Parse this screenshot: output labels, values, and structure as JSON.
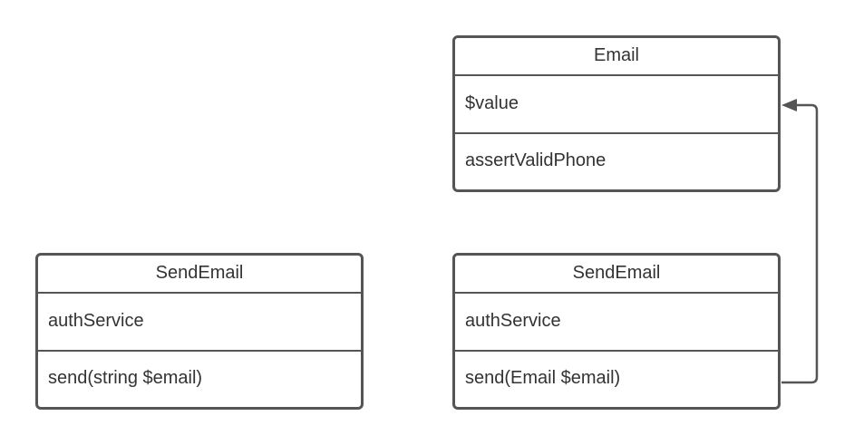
{
  "classes": {
    "email": {
      "name": "Email",
      "attribute": "$value",
      "method": "assertValidPhone"
    },
    "send_email_string": {
      "name": "SendEmail",
      "attribute": "authService",
      "method": "send(string $email)"
    },
    "send_email_value_object": {
      "name": "SendEmail",
      "attribute": "authService",
      "method": "send(Email $email)"
    }
  },
  "colors": {
    "stroke": "#555555",
    "text": "#333333",
    "background": "#ffffff"
  },
  "connectors": [
    {
      "from": "send_email_value_object.method",
      "to": "email.attribute",
      "arrowhead": "filled-triangle"
    }
  ]
}
